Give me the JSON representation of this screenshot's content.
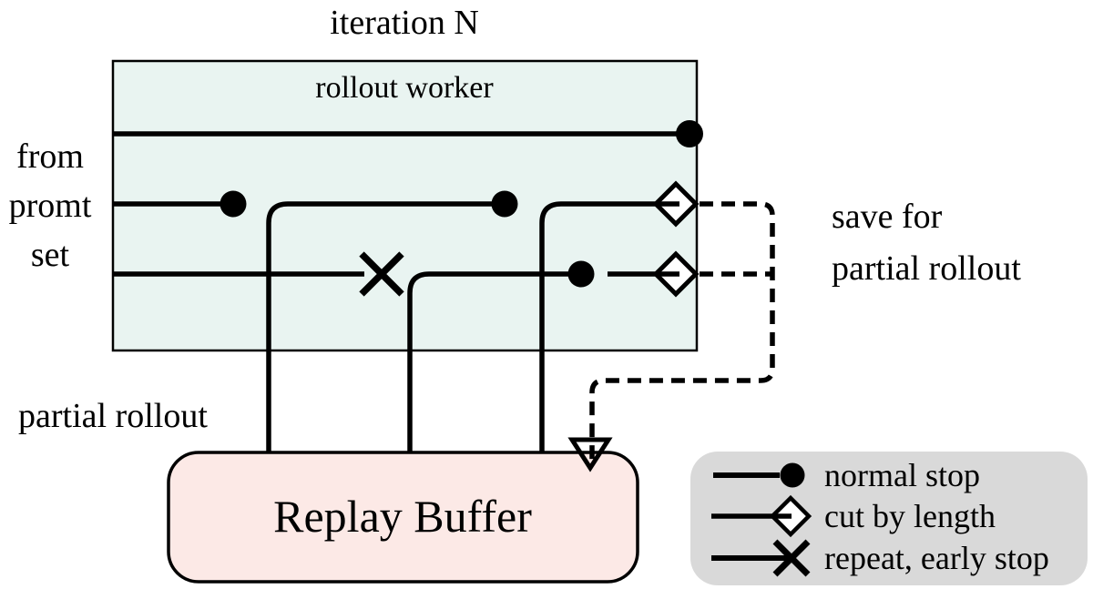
{
  "labels": {
    "iteration": "iteration N",
    "worker": "rollout worker",
    "prompt_lines": [
      "from",
      "promt",
      "set"
    ],
    "save_line1": "save for",
    "save_line2": "partial rollout",
    "partial_rollout": "partial rollout",
    "buffer": "Replay Buffer"
  },
  "legend": {
    "items": [
      {
        "marker": "normal-stop-icon",
        "label": "normal stop"
      },
      {
        "marker": "cut-by-length-icon",
        "label": "cut by length"
      },
      {
        "marker": "repeat-early-stop-icon",
        "label": "repeat, early stop"
      }
    ]
  },
  "colors": {
    "background": "#ffffff",
    "worker_box_fill": "#e9f4f1",
    "buffer_fill": "#fce9e6",
    "legend_fill": "#d9d9d9",
    "stroke": "#000000",
    "marker_fill_open": "#ffffff"
  }
}
